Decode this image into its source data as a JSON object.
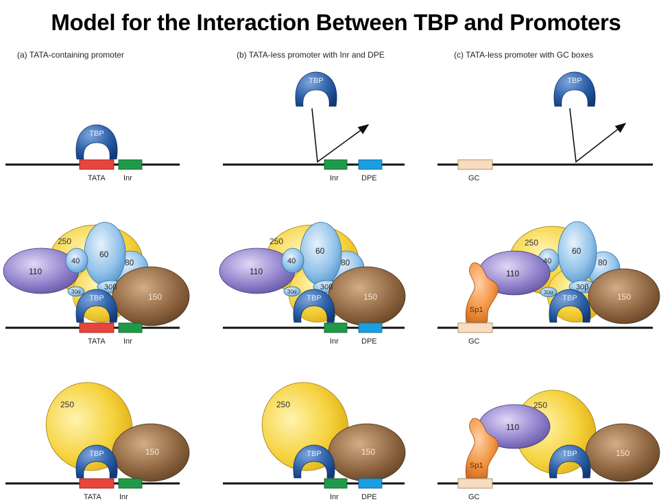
{
  "title": "Model for the Interaction Between TBP and Promoters",
  "panels": [
    {
      "label": "(a) TATA-containing promoter"
    },
    {
      "label": "(b) TATA-less promoter with Inr and DPE"
    },
    {
      "label": "(c) TATA-less promoter with GC boxes"
    }
  ],
  "elements": {
    "tata": "TATA",
    "inr": "Inr",
    "dpe": "DPE",
    "gc": "GC"
  },
  "proteins": {
    "tbp": "TBP",
    "taf250": "250",
    "taf150": "150",
    "taf110": "110",
    "taf80": "80",
    "taf60": "60",
    "taf40": "40",
    "taf30a": "30α",
    "taf30b": "30β",
    "sp1": "Sp1"
  },
  "colors": {
    "tata": "#e8453c",
    "inr": "#1f9a48",
    "dpe": "#1a9fe0",
    "gc": "#f7dcc0",
    "tbp": "#2c5fa8",
    "taf250": "#f2c832",
    "taf150": "#8a6240",
    "taf110": "#8a7cc8",
    "taf_blue": "#8ebfe8",
    "sp1": "#f08a3a"
  }
}
